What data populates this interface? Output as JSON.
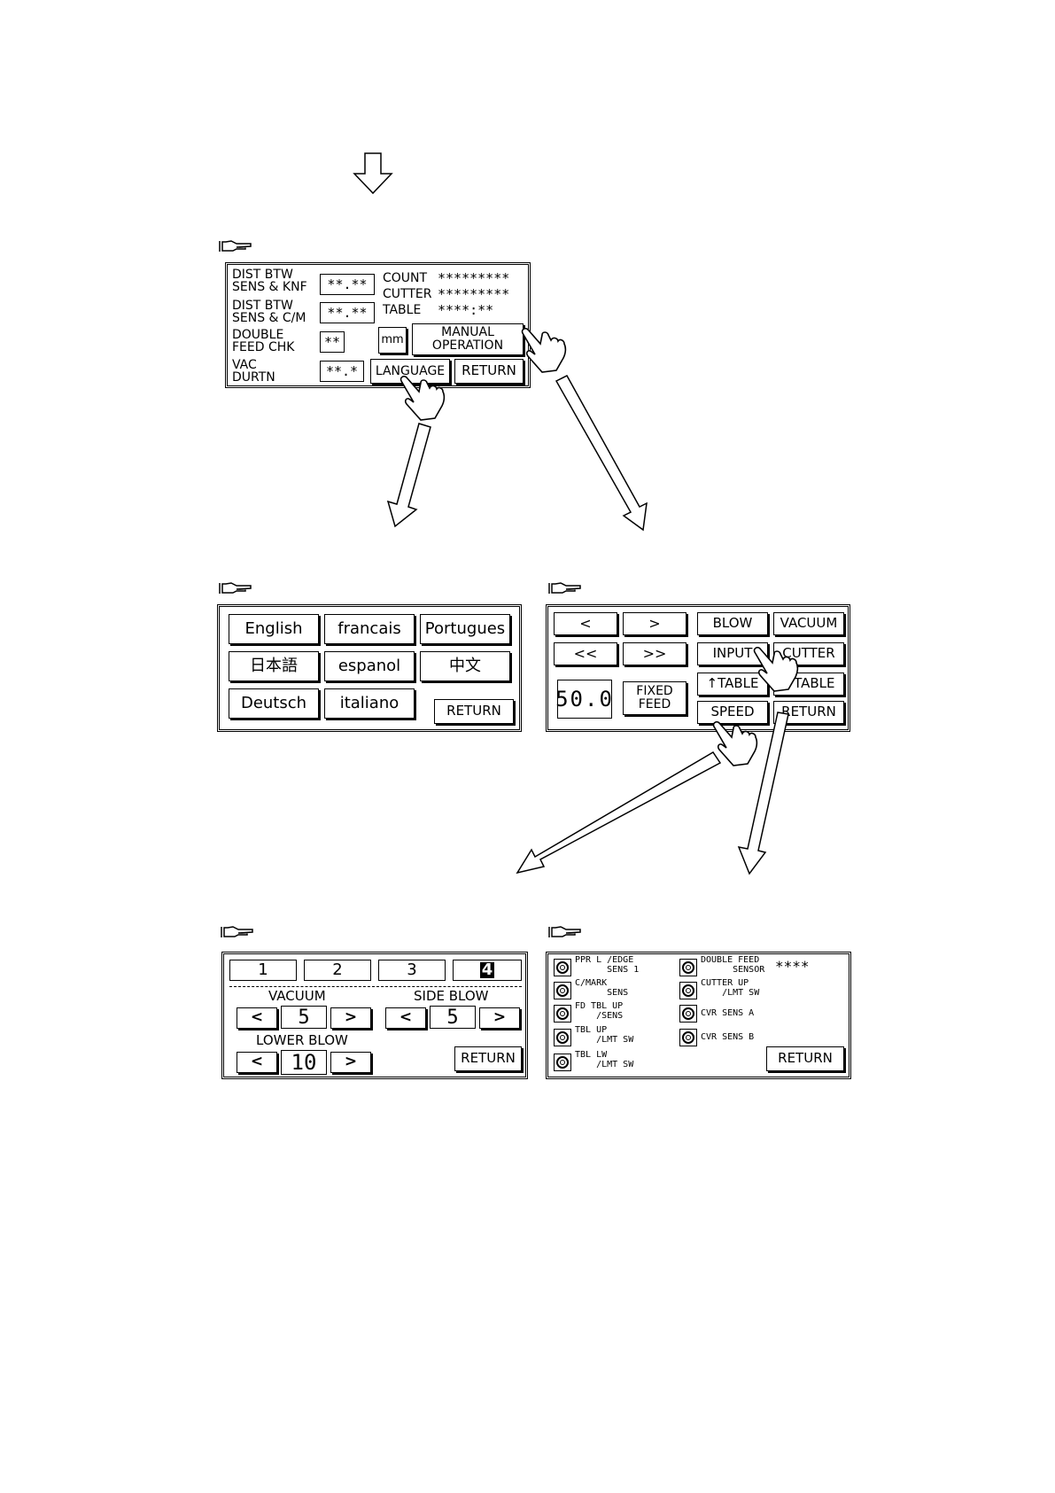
{
  "main_screen": {
    "labels": [
      "DIST BTW\nSENS & KNF",
      "DIST BTW\nSENS & C/M",
      "DOUBLE\nFEED CHK",
      "VAC\nDURTN"
    ],
    "fields": [
      "**.**",
      "**.**",
      "**",
      "**.*"
    ],
    "count_label": "COUNT",
    "count_value": "*********",
    "cutter_label": "CUTTER",
    "cutter_value": "*********",
    "table_label": "TABLE",
    "table_value": "****:**",
    "mm_label": "mm",
    "manual_label": "MANUAL\nOPERATION",
    "language_label": "LANGUAGE",
    "return_label": "RETURN"
  },
  "language_screen": {
    "buttons": [
      "English",
      "francais",
      "Portugues",
      "日本語",
      "espanol",
      "中文",
      "Deutsch",
      "italiano"
    ],
    "return_label": "RETURN"
  },
  "manual_screen": {
    "prev_label": "<",
    "next_label": ">",
    "fast_prev_label": "<<",
    "fast_next_label": ">>",
    "blow_label": "BLOW",
    "vacuum_label": "VACUUM",
    "input_label": "INPUT",
    "cutter_label": "CUTTER",
    "table_up_label": "↑TABLE",
    "table_down_label": "↓TABLE",
    "speed_label": "SPEED",
    "return_label": "RETURN",
    "value_display": "50.0",
    "fixed_feed_label": "FIXED\nFEED"
  },
  "speed_screen": {
    "tabs": [
      "1",
      "2",
      "3",
      "4"
    ],
    "vacuum_label": "VACUUM",
    "vacuum_value": "5",
    "side_blow_label": "SIDE BLOW",
    "side_blow_value": "5",
    "lower_blow_label": "LOWER BLOW",
    "lower_blow_value": "10",
    "dec_label": "<",
    "inc_label": ">",
    "return_label": "RETURN"
  },
  "input_screen": {
    "left_sensors": [
      "PPR L /EDGE\n      SENS 1",
      "C/MARK\n      SENS",
      "FD TBL UP\n    /SENS",
      "TBL UP\n    /LMT SW",
      "TBL LW\n    /LMT SW"
    ],
    "right_sensors": [
      "DOUBLE FEED\n      SENSOR",
      "CUTTER UP\n    /LMT SW",
      "CVR SENS A",
      "CVR SENS B"
    ],
    "double_feed_value": "****",
    "return_label": "RETURN"
  },
  "icons": [
    "pointing-hand-icon",
    "hollow-down-arrow-icon",
    "touch-hand-icon",
    "flow-arrow-icon"
  ]
}
